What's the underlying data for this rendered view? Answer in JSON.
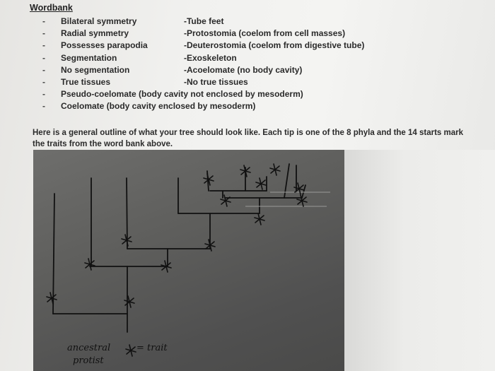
{
  "wordbank": {
    "title": "Wordbank",
    "rows": [
      {
        "bullet": "-",
        "left": "Bilateral symmetry",
        "right": "-Tube feet"
      },
      {
        "bullet": "-",
        "left": "Radial symmetry",
        "right": "-Protostomia (coelom from cell masses)"
      },
      {
        "bullet": "-",
        "left": "Possesses parapodia",
        "right": "-Deuterostomia (coelom from digestive tube)"
      },
      {
        "bullet": "-",
        "left": "Segmentation",
        "right": "-Exoskeleton"
      },
      {
        "bullet": "-",
        "left": "No segmentation",
        "right": "-Acoelomate (no body cavity)"
      },
      {
        "bullet": "-",
        "left": "True tissues",
        "right": "-No true tissues"
      },
      {
        "bullet": "-",
        "left": "Pseudo-coelomate (body cavity not enclosed by mesoderm)",
        "right": ""
      },
      {
        "bullet": "-",
        "left": "Coelomate (body cavity enclosed by mesoderm)",
        "right": ""
      }
    ]
  },
  "outline_text": "Here is a general outline of what your tree should look like. Each tip is one of the 8 phyla and the 14 starts mark the traits from the word bank above.",
  "handwriting": {
    "root_label_line1": "ancestral",
    "root_label_line2": "protist",
    "legend_text": "= trait"
  },
  "colors": {
    "photo_bg": "#5e5e5c",
    "ink": "#111111",
    "paper": "#f1f1ef"
  }
}
